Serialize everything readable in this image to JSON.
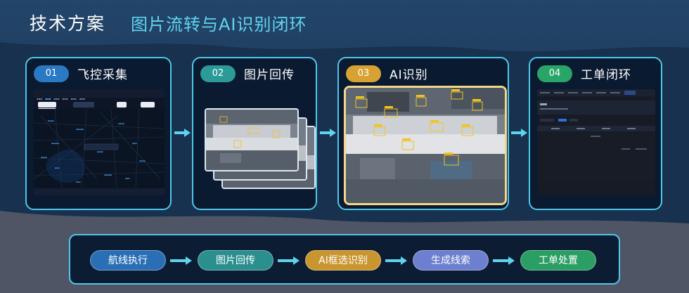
{
  "header": {
    "title": "技术方案",
    "subtitle": "图片流转与AI识别闭环"
  },
  "cards": [
    {
      "num": "01",
      "title": "飞控采集",
      "color": "#2a79c3"
    },
    {
      "num": "02",
      "title": "图片回传",
      "color": "#2d9a9a"
    },
    {
      "num": "03",
      "title": "AI识别",
      "color": "#d7a233"
    },
    {
      "num": "04",
      "title": "工单闭环",
      "color": "#2aa568"
    }
  ],
  "flow": [
    {
      "label": "航线执行",
      "color": "#2a6fb5"
    },
    {
      "label": "图片回传",
      "color": "#2b8f8f"
    },
    {
      "label": "AI框选识别",
      "color": "#c9952f"
    },
    {
      "label": "生成线索",
      "color": "#6d7fcf"
    },
    {
      "label": "工单处置",
      "color": "#2a9e63"
    }
  ]
}
